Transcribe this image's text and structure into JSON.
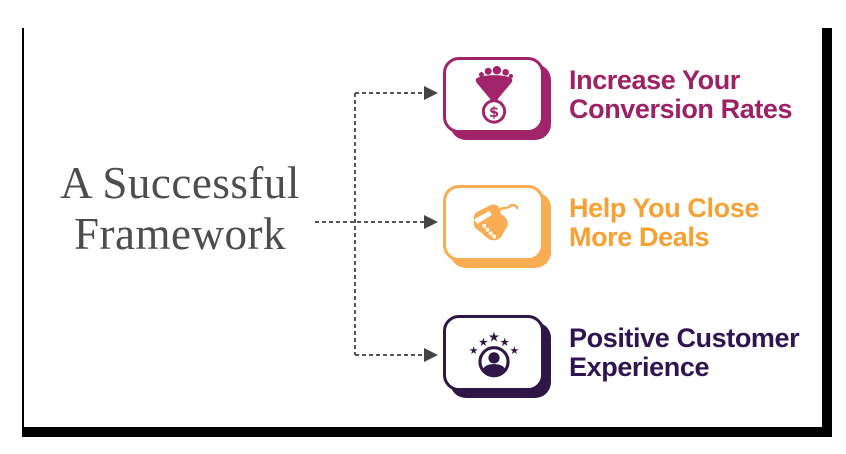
{
  "title": {
    "line1": "A Successful",
    "line2": "Framework",
    "color": "#4d4d4d"
  },
  "frame": {
    "border_color": "#000000"
  },
  "connector": {
    "color": "#555555",
    "arrow_color": "#444444",
    "style": "dashed"
  },
  "items": [
    {
      "line1": "Increase Your",
      "line2": "Conversion Rates",
      "text_color": "#9e2165",
      "card_color": "#a1246b",
      "icon": "funnel-dollar-icon",
      "coin_symbol": "$"
    },
    {
      "line1": "Help You Close",
      "line2": "More Deals",
      "text_color": "#f7a133",
      "card_color": "#f9ac52",
      "icon": "handshake-icon"
    },
    {
      "line1": "Positive Customer",
      "line2": "Experience",
      "text_color": "#2e1552",
      "card_color": "#2e1647",
      "icon": "customer-stars-icon",
      "star": "★"
    }
  ]
}
